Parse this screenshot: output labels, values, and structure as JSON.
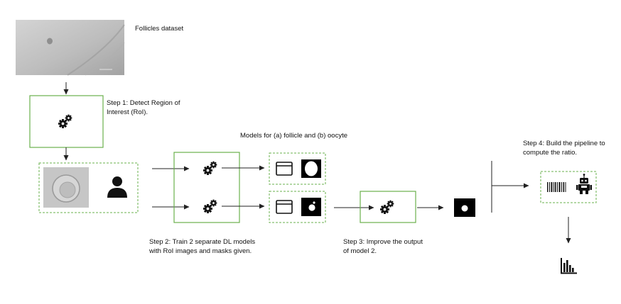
{
  "labels": {
    "dataset": "Follicles dataset",
    "step1": "Step 1: Detect Region of\nInterest (RoI).",
    "models": "Models for (a) follicle and (b) oocyte",
    "step2": "Step 2: Train 2 separate DL models\nwith RoI images and masks given.",
    "step3": "Step 3: Improve the output\nof model 2.",
    "step4": "Step 4: Build the pipeline to\ncompute the ratio."
  },
  "colors": {
    "box_border": "#6ab04c",
    "arrow": "#222222",
    "icon": "#111111",
    "mask_bg": "#000000",
    "mask_fg": "#ffffff"
  },
  "icons": [
    "gears-icon",
    "person-icon",
    "window-icon",
    "mask-icon",
    "barcode-icon",
    "robot-icon",
    "bar-chart-icon"
  ]
}
